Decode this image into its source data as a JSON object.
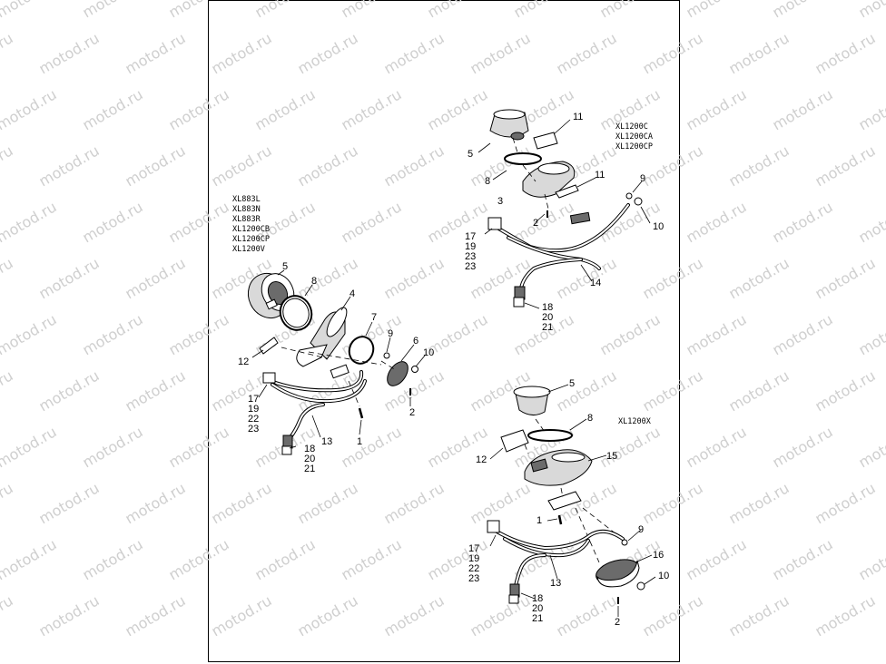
{
  "watermark": {
    "text": "motod.ru"
  },
  "groups": {
    "left": {
      "models": [
        "XL883L",
        "XL883N",
        "XL883R",
        "XL1200CB",
        "XL1200CP",
        "XL1200V"
      ],
      "callouts": {
        "c5": "5",
        "c8": "8",
        "c4": "4",
        "c7": "7",
        "c9": "9",
        "c6": "6",
        "c10": "10",
        "c12": "12",
        "c17": "17",
        "c19": "19",
        "c22": "22",
        "c23": "23",
        "c2": "2",
        "c13": "13",
        "c1": "1",
        "c18": "18",
        "c20": "20",
        "c21": "21"
      }
    },
    "top_right": {
      "models": [
        "XL1200C",
        "XL1200CA",
        "XL1200CP"
      ],
      "callouts": {
        "c11a": "11",
        "c5": "5",
        "c8": "8",
        "c11b": "11",
        "c9": "9",
        "c3": "3",
        "c2": "2",
        "c10": "10",
        "c17": "17",
        "c19": "19",
        "c23a": "23",
        "c23b": "23",
        "c14": "14",
        "c18": "18",
        "c20": "20",
        "c21": "21"
      }
    },
    "bottom_right": {
      "models": [
        "XL1200X"
      ],
      "callouts": {
        "c5": "5",
        "c8": "8",
        "c12": "12",
        "c15": "15",
        "c1": "1",
        "c9": "9",
        "c17": "17",
        "c19": "19",
        "c22": "22",
        "c23": "23",
        "c16": "16",
        "c13": "13",
        "c10": "10",
        "c18": "18",
        "c20": "20",
        "c21": "21",
        "c2": "2"
      }
    }
  }
}
